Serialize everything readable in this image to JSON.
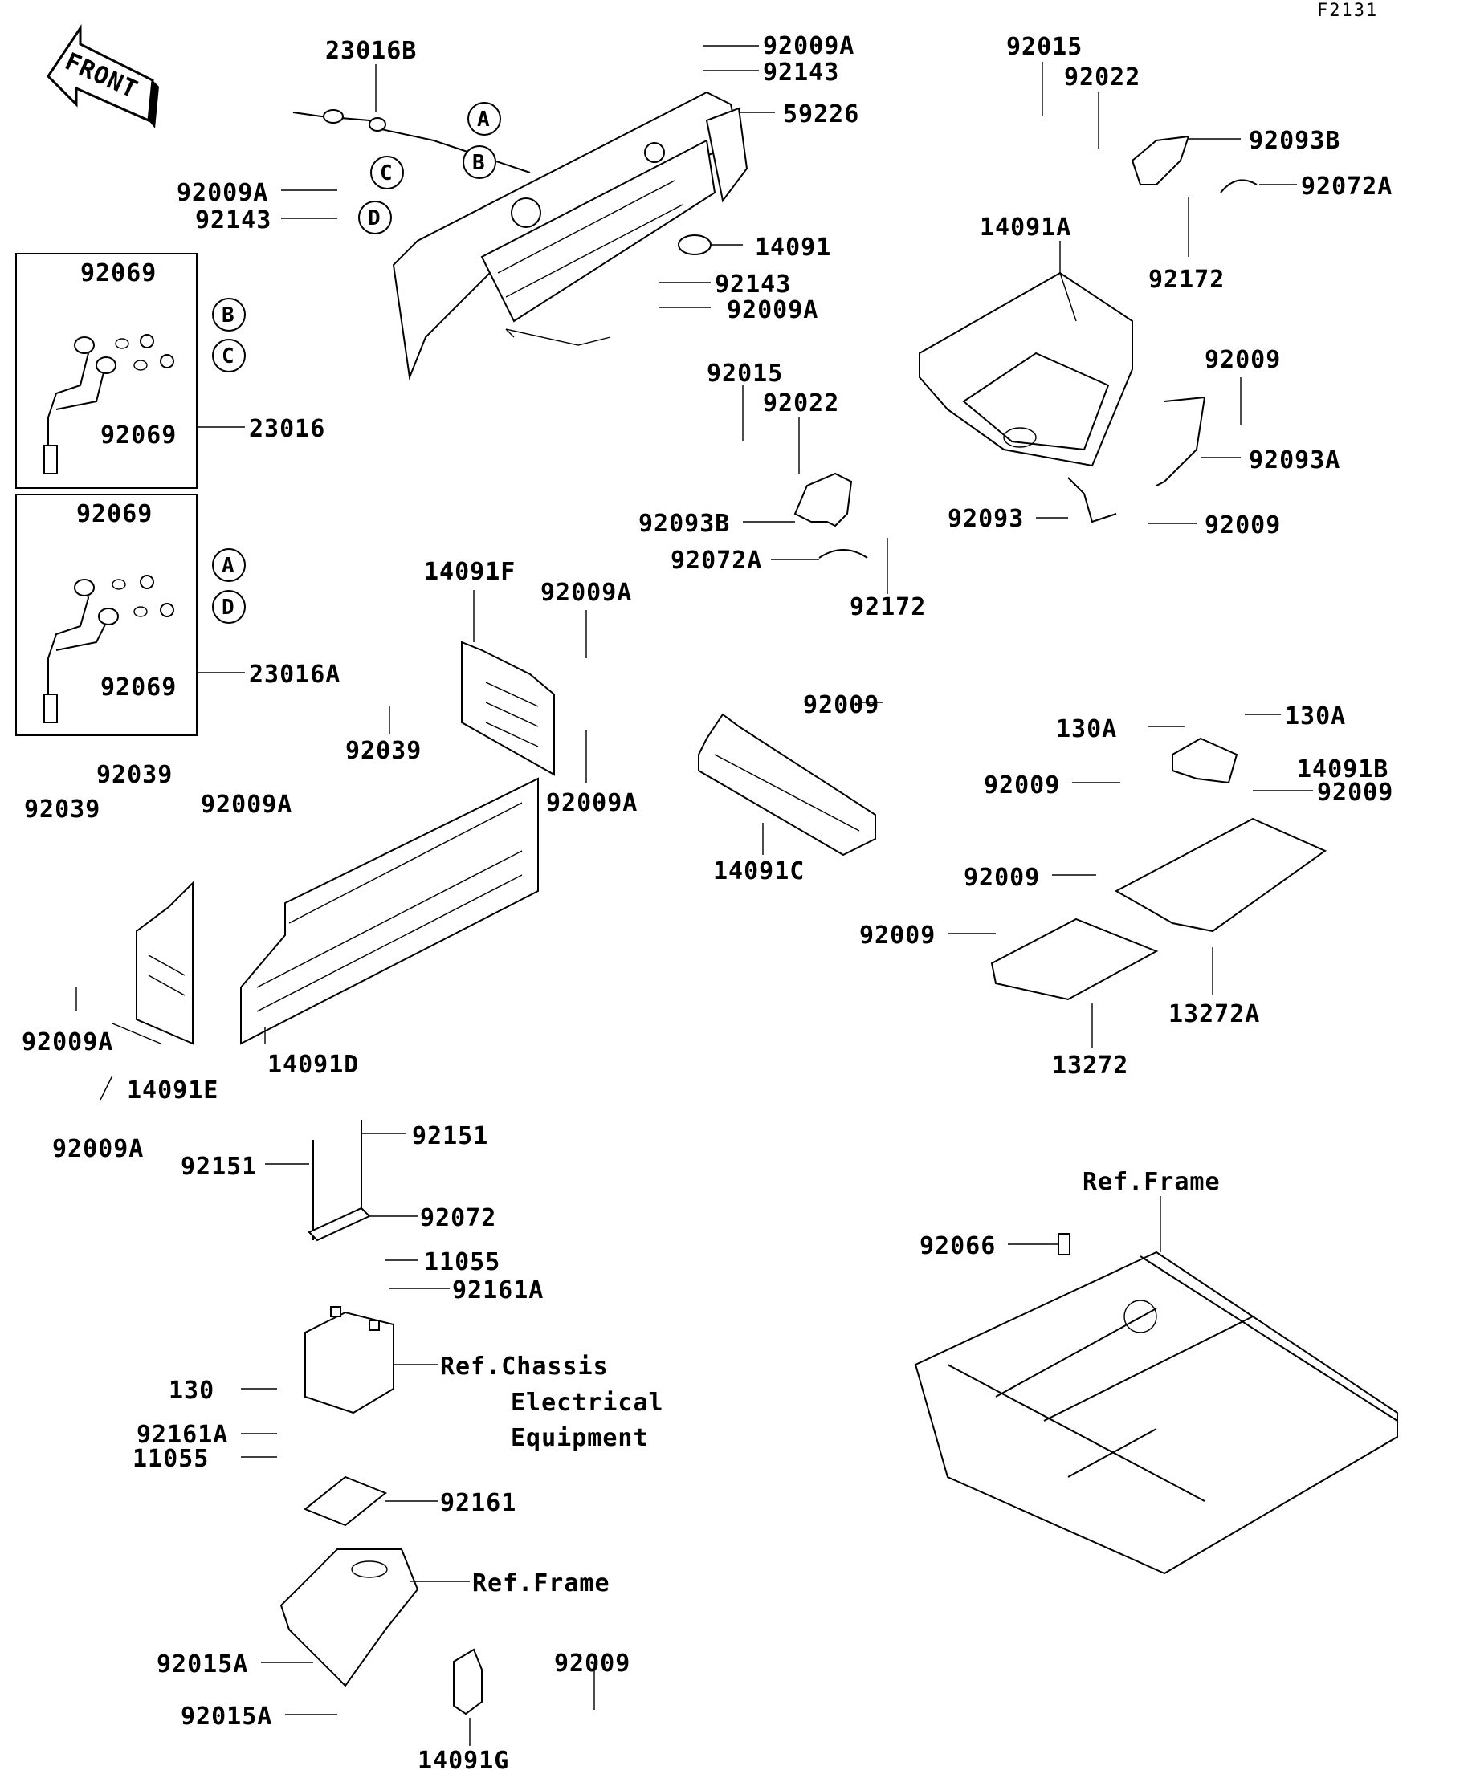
{
  "diagram_code": "F2131",
  "front_badge": "FRONT",
  "labels": {
    "p23016B": "23016B",
    "p92009A_top": "92009A",
    "p92143_top": "92143",
    "p59226": "59226",
    "p92009A_left": "92009A",
    "p92143_left": "92143",
    "p14091": "14091",
    "p92143_mid": "92143",
    "p92009A_mid": "92009A",
    "p92015_tr": "92015",
    "p92022_tr": "92022",
    "p92093B_tr": "92093B",
    "p92072A_tr": "92072A",
    "p14091A": "14091A",
    "p92172_tr": "92172",
    "p92009_a": "92009",
    "p92093A": "92093A",
    "p92093": "92093",
    "p92009_b": "92009",
    "p92015_mid": "92015",
    "p92022_mid": "92022",
    "p92093B_mid": "92093B",
    "p92072A_mid": "92072A",
    "p92172_mid": "92172",
    "p92069_1": "92069",
    "p92069_2": "92069",
    "p23016": "23016",
    "p92069_3": "92069",
    "p92069_4": "92069",
    "p23016A": "23016A",
    "p14091F": "14091F",
    "p92009A_f1": "92009A",
    "p92039_f": "92039",
    "p92009A_f2": "92009A",
    "p92039_l1": "92039",
    "p92039_l2": "92039",
    "p92009A_d": "92009A",
    "p92009A_e1": "92009A",
    "p14091E": "14091E",
    "p14091D": "14091D",
    "p92009A_e2": "92009A",
    "p92009_c": "92009",
    "p14091C": "14091C",
    "p130A_1": "130A",
    "p130A_2": "130A",
    "p14091B": "14091B",
    "p92009_d1": "92009",
    "p92009_d2": "92009",
    "p92009_d3": "92009",
    "p92009_d4": "92009",
    "p13272A": "13272A",
    "p13272": "13272",
    "p92151_1": "92151",
    "p92151_2": "92151",
    "p92072": "92072",
    "p11055_1": "11055",
    "p92161A_1": "92161A",
    "ref_chassis_1": "Ref.Chassis",
    "ref_chassis_2": "Electrical",
    "ref_chassis_3": "Equipment",
    "p130": "130",
    "p92161A_2": "92161A",
    "p11055_2": "11055",
    "p92161": "92161",
    "ref_frame_1": "Ref.Frame",
    "p92015A_1": "92015A",
    "p92009_e": "92009",
    "p92015A_2": "92015A",
    "p14091G": "14091G",
    "ref_frame_2": "Ref.Frame",
    "p92066": "92066"
  },
  "callouts": [
    "A",
    "B",
    "C",
    "D",
    "B",
    "C",
    "A",
    "D"
  ]
}
